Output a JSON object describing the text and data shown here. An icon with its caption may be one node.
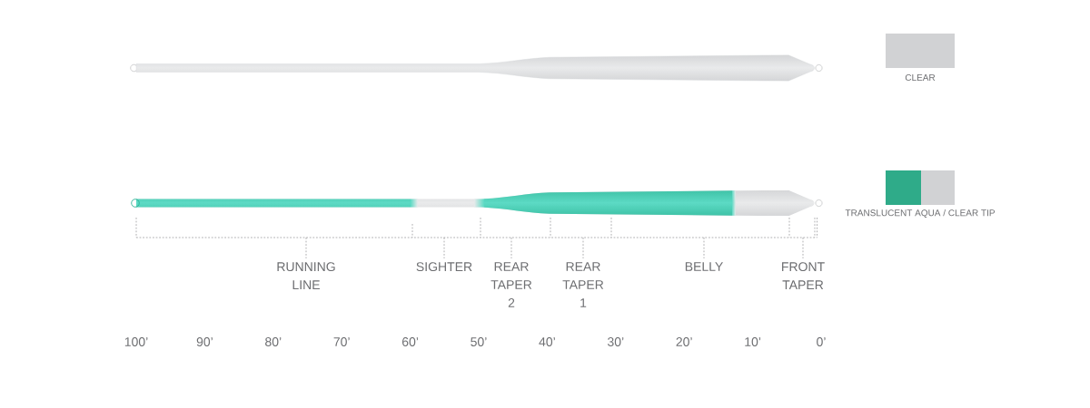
{
  "diagram": {
    "labels": [
      "RUNNING LINE",
      "SIGHTER",
      "REAR TAPER 2",
      "REAR TAPER 1",
      "BELLY",
      "FRONT TAPER",
      "100’",
      "90’",
      "80’",
      "70’",
      "60’",
      "50’",
      "40’",
      "30’",
      "20’",
      "10’",
      "0’"
    ],
    "legend": [
      {
        "text": "CLEAR",
        "color": "#d1d2d4"
      },
      {
        "text": "TRANSLUCENT AQUA / CLEAR TIP"
      }
    ]
  }
}
